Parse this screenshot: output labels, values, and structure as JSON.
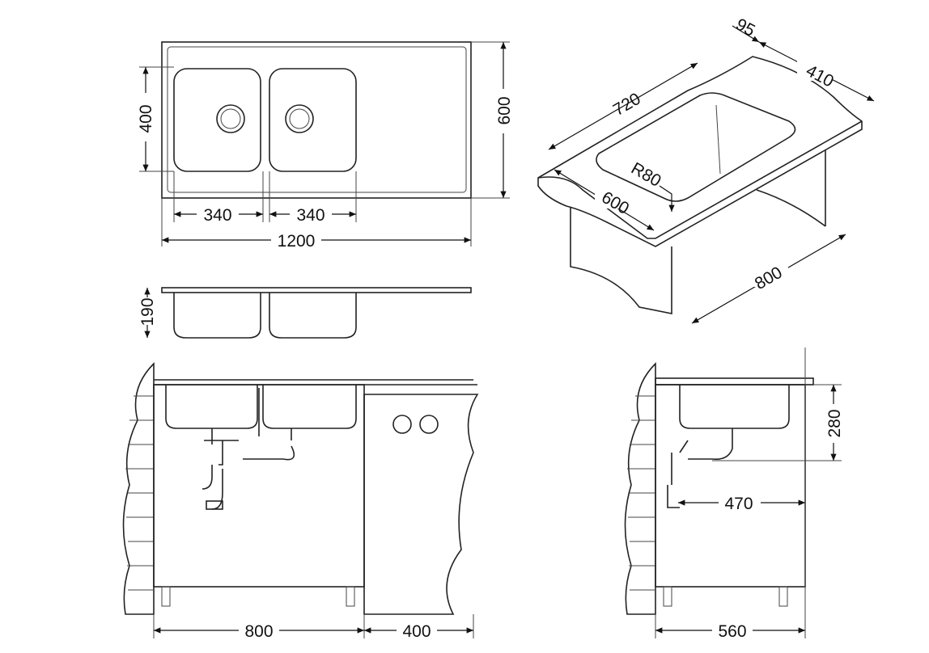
{
  "top_view": {
    "bowl_height": "400",
    "overall_depth": "600",
    "bowl1_width": "340",
    "bowl2_width": "340",
    "overall_width": "1200"
  },
  "side_view": {
    "bowl_depth": "190"
  },
  "iso_view": {
    "ledge": "95",
    "sink_width": "410",
    "length": "720",
    "radius": "R80",
    "depth": "600",
    "cabinet": "800"
  },
  "front_view": {
    "cabinet_width": "800",
    "extra_width": "400"
  },
  "end_view": {
    "drain_height": "280",
    "trap_offset": "470",
    "cabinet_depth": "560"
  }
}
